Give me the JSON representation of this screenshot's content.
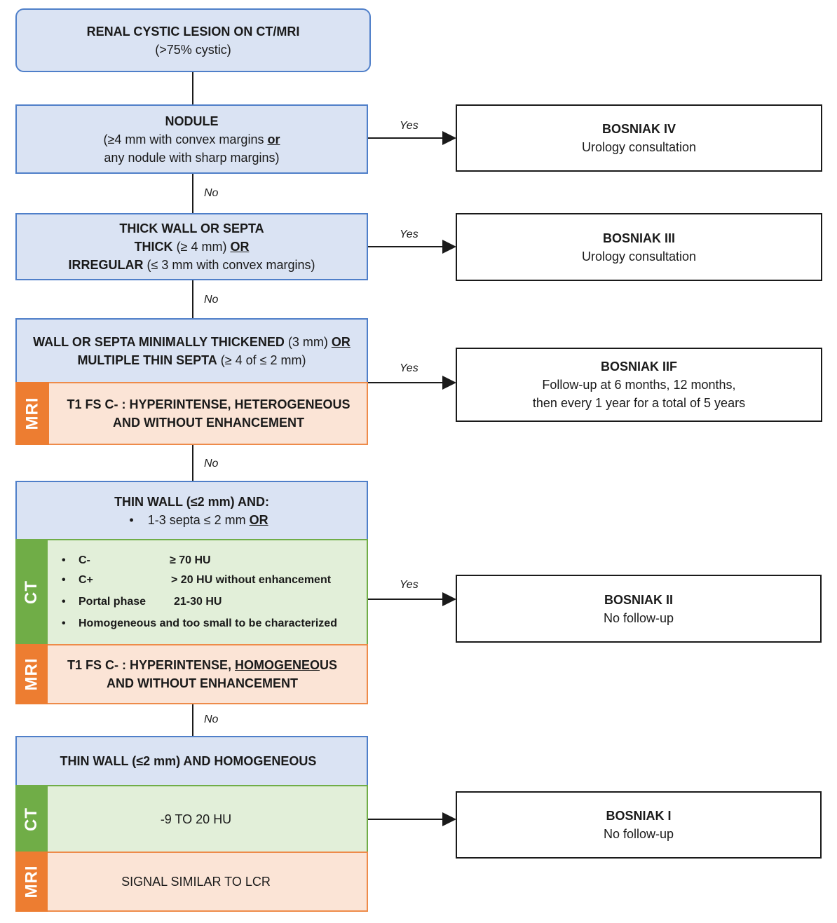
{
  "start": {
    "title": "RENAL CYSTIC LESION ON CT/MRI",
    "subtitle": "(>75% cystic)"
  },
  "nodule": {
    "title": "NODULE",
    "line2_pre": "(≥4 mm with convex margins ",
    "line2_or": "or",
    "line3": "any nodule with sharp margins)"
  },
  "thick": {
    "line1": "THICK WALL OR SEPTA",
    "line2_b": "THICK",
    "line2_n": " (≥ 4 mm) ",
    "line2_or": "OR",
    "line3_b": "IRREGULAR",
    "line3_n": " (≤ 3 mm with convex margins)"
  },
  "minimal": {
    "line1_b": "WALL OR SEPTA MINIMALLY THICKENED",
    "line1_n": " (3 mm) ",
    "line1_or": "OR",
    "line2_b": "MULTIPLE THIN SEPTA",
    "line2_n": " (≥ 4 of ≤ 2 mm)",
    "mri_tab": "MRI",
    "mri_line1": "T1 FS C- : HYPERINTENSE, HETEROGENEOUS",
    "mri_line2": "AND WITHOUT ENHANCEMENT"
  },
  "thin": {
    "line1": "THIN WALL (≤2 mm) AND:",
    "bullet_pre": "1-3 septa ≤ 2 mm ",
    "bullet_or": "OR",
    "ct_tab": "CT",
    "ct_rows": [
      {
        "key": "C-",
        "value": "≥ 70 HU"
      },
      {
        "key": "C+",
        "value": "> 20 HU without enhancement"
      },
      {
        "key": "Portal phase",
        "value": "21-30 HU"
      },
      {
        "key": "Homogeneous and too small to be characterized",
        "value": ""
      }
    ],
    "mri_tab": "MRI",
    "mri_line1_pre": "T1 FS C- : HYPERINTENSE, ",
    "mri_line1_u": "HOMOGENEO",
    "mri_line1_post": "US",
    "mri_line2": "AND WITHOUT ENHANCEMENT"
  },
  "homog": {
    "title": "THIN WALL (≤2 mm) AND HOMOGENEOUS",
    "ct_tab": "CT",
    "ct_text": "-9 TO 20 HU",
    "mri_tab": "MRI",
    "mri_text": "SIGNAL SIMILAR TO LCR"
  },
  "results": [
    {
      "title": "BOSNIAK IV",
      "lines": [
        "Urology consultation"
      ]
    },
    {
      "title": "BOSNIAK III",
      "lines": [
        "Urology consultation"
      ]
    },
    {
      "title": "BOSNIAK IIF",
      "lines": [
        "Follow-up at 6 months, 12 months,",
        "then every 1 year for a total of 5 years"
      ]
    },
    {
      "title": "BOSNIAK II",
      "lines": [
        "No follow-up"
      ]
    },
    {
      "title": "BOSNIAK I",
      "lines": [
        "No follow-up"
      ]
    }
  ],
  "edge_labels": {
    "yes": "Yes",
    "no": "No"
  },
  "colors": {
    "blue_fill": "#dae3f3",
    "blue_border": "#4f7fc9",
    "peach_fill": "#fbe4d6",
    "mri_tab": "#ed7d31",
    "green_fill": "#e2efd9",
    "ct_tab": "#70ad47"
  }
}
